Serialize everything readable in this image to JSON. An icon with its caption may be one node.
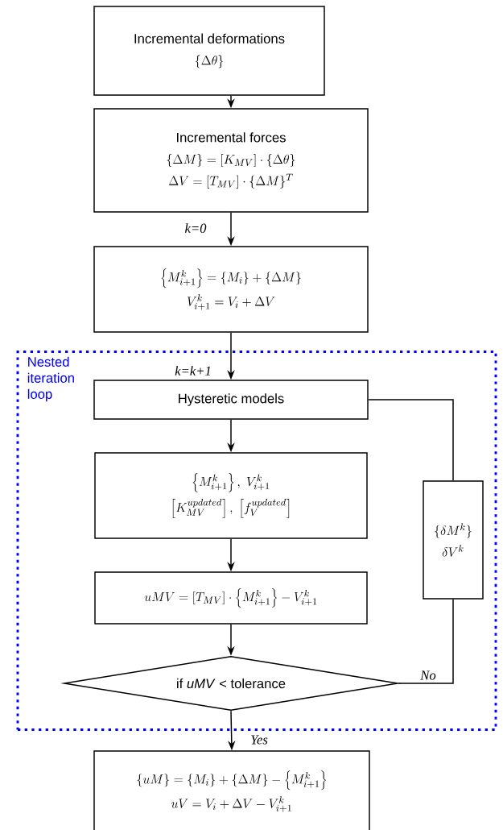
{
  "diagram": {
    "nodes": [
      {
        "text": [
          "Incremental deformations",
          "\\{\\Delta\\theta\\}"
        ]
      },
      {
        "text": [
          "Incremental forces",
          "\\{\\Delta M\\} = [K_{MV}]\\cdot\\{\\Delta\\theta\\}",
          "\\Delta V = [T_{MV}]\\cdot\\{\\Delta M\\}^{T}"
        ]
      },
      {
        "text": [
          "\\left\\{M^{k}_{i+1}\\right\\} = \\{M_i\\} + \\{\\Delta M\\}",
          "V^{k}_{i+1} = V_i + \\Delta V"
        ]
      },
      {
        "text": [
          "Nested iteration loop"
        ]
      },
      {
        "text": [
          "Hysteretic models"
        ],
        "in": 3
      },
      {
        "text": [
          "\\left\\{M^{k}_{i+1}\\right\\},\\ V^{k}_{i+1}",
          "\\left[K^{updated}_{MV}\\right],\\ \\left[f^{updated}_{V}\\right]"
        ],
        "in": 3
      },
      {
        "text": [
          "uMV = [T_{MV}]\\cdot\\left\\{M^{k}_{i+1}\\right\\} - V^{k}_{i+1}"
        ],
        "in": 3
      },
      {
        "text": [
          "if *uMV* < tolerance"
        ],
        "in": 3
      },
      {
        "text": [
          "\\{\\delta M^{k}\\}",
          "\\delta V^{k}"
        ],
        "in": 3
      },
      {
        "text": [
          "\\{uM\\} = \\{M_i\\} + \\{\\Delta M\\} - \\left\\{M^{k}_{i+1}\\right\\}",
          "uV = V_i + \\Delta V - V^{k}_{i+1}"
        ]
      }
    ],
    "edges": [
      {
        "from": 0,
        "to": 1,
        "arrow": "to"
      },
      {
        "from": 1,
        "to": 2,
        "arrow": "to",
        "label": "k=0"
      },
      {
        "from": 2,
        "to": 4,
        "arrow": "to",
        "label": "k=k+1"
      },
      {
        "from": 4,
        "to": 5,
        "arrow": "to"
      },
      {
        "from": 5,
        "to": 6,
        "arrow": "to"
      },
      {
        "from": 6,
        "to": 7,
        "arrow": "to"
      },
      {
        "from": 7,
        "to": 8,
        "arrow": "none",
        "label": "No"
      },
      {
        "from": 8,
        "to": 4,
        "arrow": "none"
      },
      {
        "from": 7,
        "to": 9,
        "arrow": "to",
        "label": "Yes"
      }
    ]
  }
}
